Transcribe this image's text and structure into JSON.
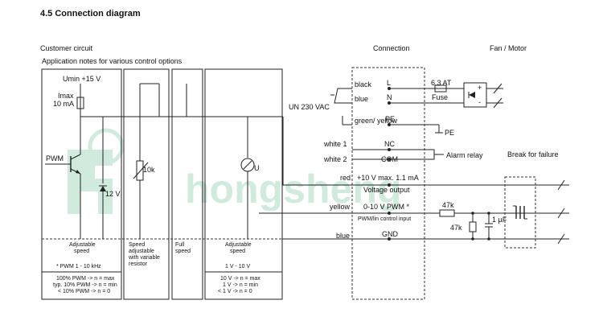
{
  "section_title": "4.5 Connection diagram",
  "headers": {
    "customer_circuit": "Customer circuit",
    "application_notes": "Application notes for various control options",
    "connection": "Connection",
    "fan_motor": "Fan / Motor",
    "break_for_failure": "Break for failure"
  },
  "circuit": {
    "umin": "Umin +15 V",
    "imax_line1": "Imax",
    "imax_line2": "10 mA",
    "pwm": "PWM",
    "zener": "12 V",
    "pot": "10k",
    "meter": "U"
  },
  "panels": [
    {
      "lines": [
        "Adjustable",
        "speed"
      ],
      "sub": [
        "* PWM 1 - 10 kHz"
      ],
      "extra": [
        "100% PWM -> n = max",
        "typ. 10% PWM -> n = min",
        "< 10% PWM -> n = 0"
      ]
    },
    {
      "lines": [
        "Speed",
        "adjustable",
        "with variable",
        "resistor"
      ]
    },
    {
      "lines": [
        "Full",
        "speed"
      ]
    },
    {
      "lines": [
        "Adjustable",
        "speed"
      ],
      "sub": [
        "1 V - 10 V"
      ],
      "extra": [
        "10 V -> n = max",
        "1 V -> n = min",
        "< 1 V -> n = 0"
      ]
    }
  ],
  "connection_rows": [
    {
      "left": "black",
      "center": "L"
    },
    {
      "left": "blue",
      "center": "N"
    },
    {
      "left": "green/ yellow",
      "center": "PE"
    },
    {
      "left": "white 1",
      "center": "NC"
    },
    {
      "left": "white 2",
      "center": "COM"
    },
    {
      "left": "red",
      "center": "+10 V max. 1.1 mA",
      "sub": "Voltage output"
    },
    {
      "left": "yellow",
      "center": "0-10 V  PWM *",
      "sub": "PWM/lin control input"
    },
    {
      "left": "blue",
      "center": "GND"
    }
  ],
  "mains": {
    "voltage": "UN 230 VAC",
    "fuse_rating": "6.3 AT",
    "fuse": "Fuse",
    "pe": "PE",
    "alarm": "Alarm relay"
  },
  "break_circuit": {
    "r1": "47k",
    "r2": "47k",
    "cap": "1 µF"
  },
  "watermark": "hongsheng"
}
